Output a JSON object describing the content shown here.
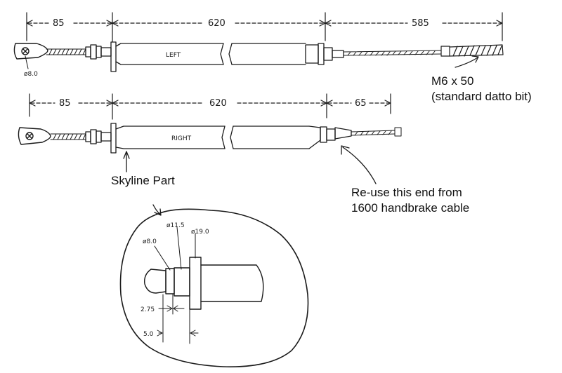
{
  "top_cable": {
    "dims": [
      "85",
      "620",
      "585"
    ],
    "label": "LEFT",
    "eye_dia": "ø8.0"
  },
  "bottom_cable": {
    "dims": [
      "85",
      "620",
      "65"
    ],
    "label": "RIGHT"
  },
  "notes": {
    "bolt_line1": "M6 x 50",
    "bolt_line2": "(standard datto bit)",
    "skyline": "Skyline Part",
    "reuse_line1": "Re-use this end from",
    "reuse_line2": "1600 handbrake cable"
  },
  "detail": {
    "d1": "ø8.0",
    "d2": "ø11.5",
    "d3": "ø19.0",
    "w1": "2.75",
    "w2": "5.0"
  }
}
